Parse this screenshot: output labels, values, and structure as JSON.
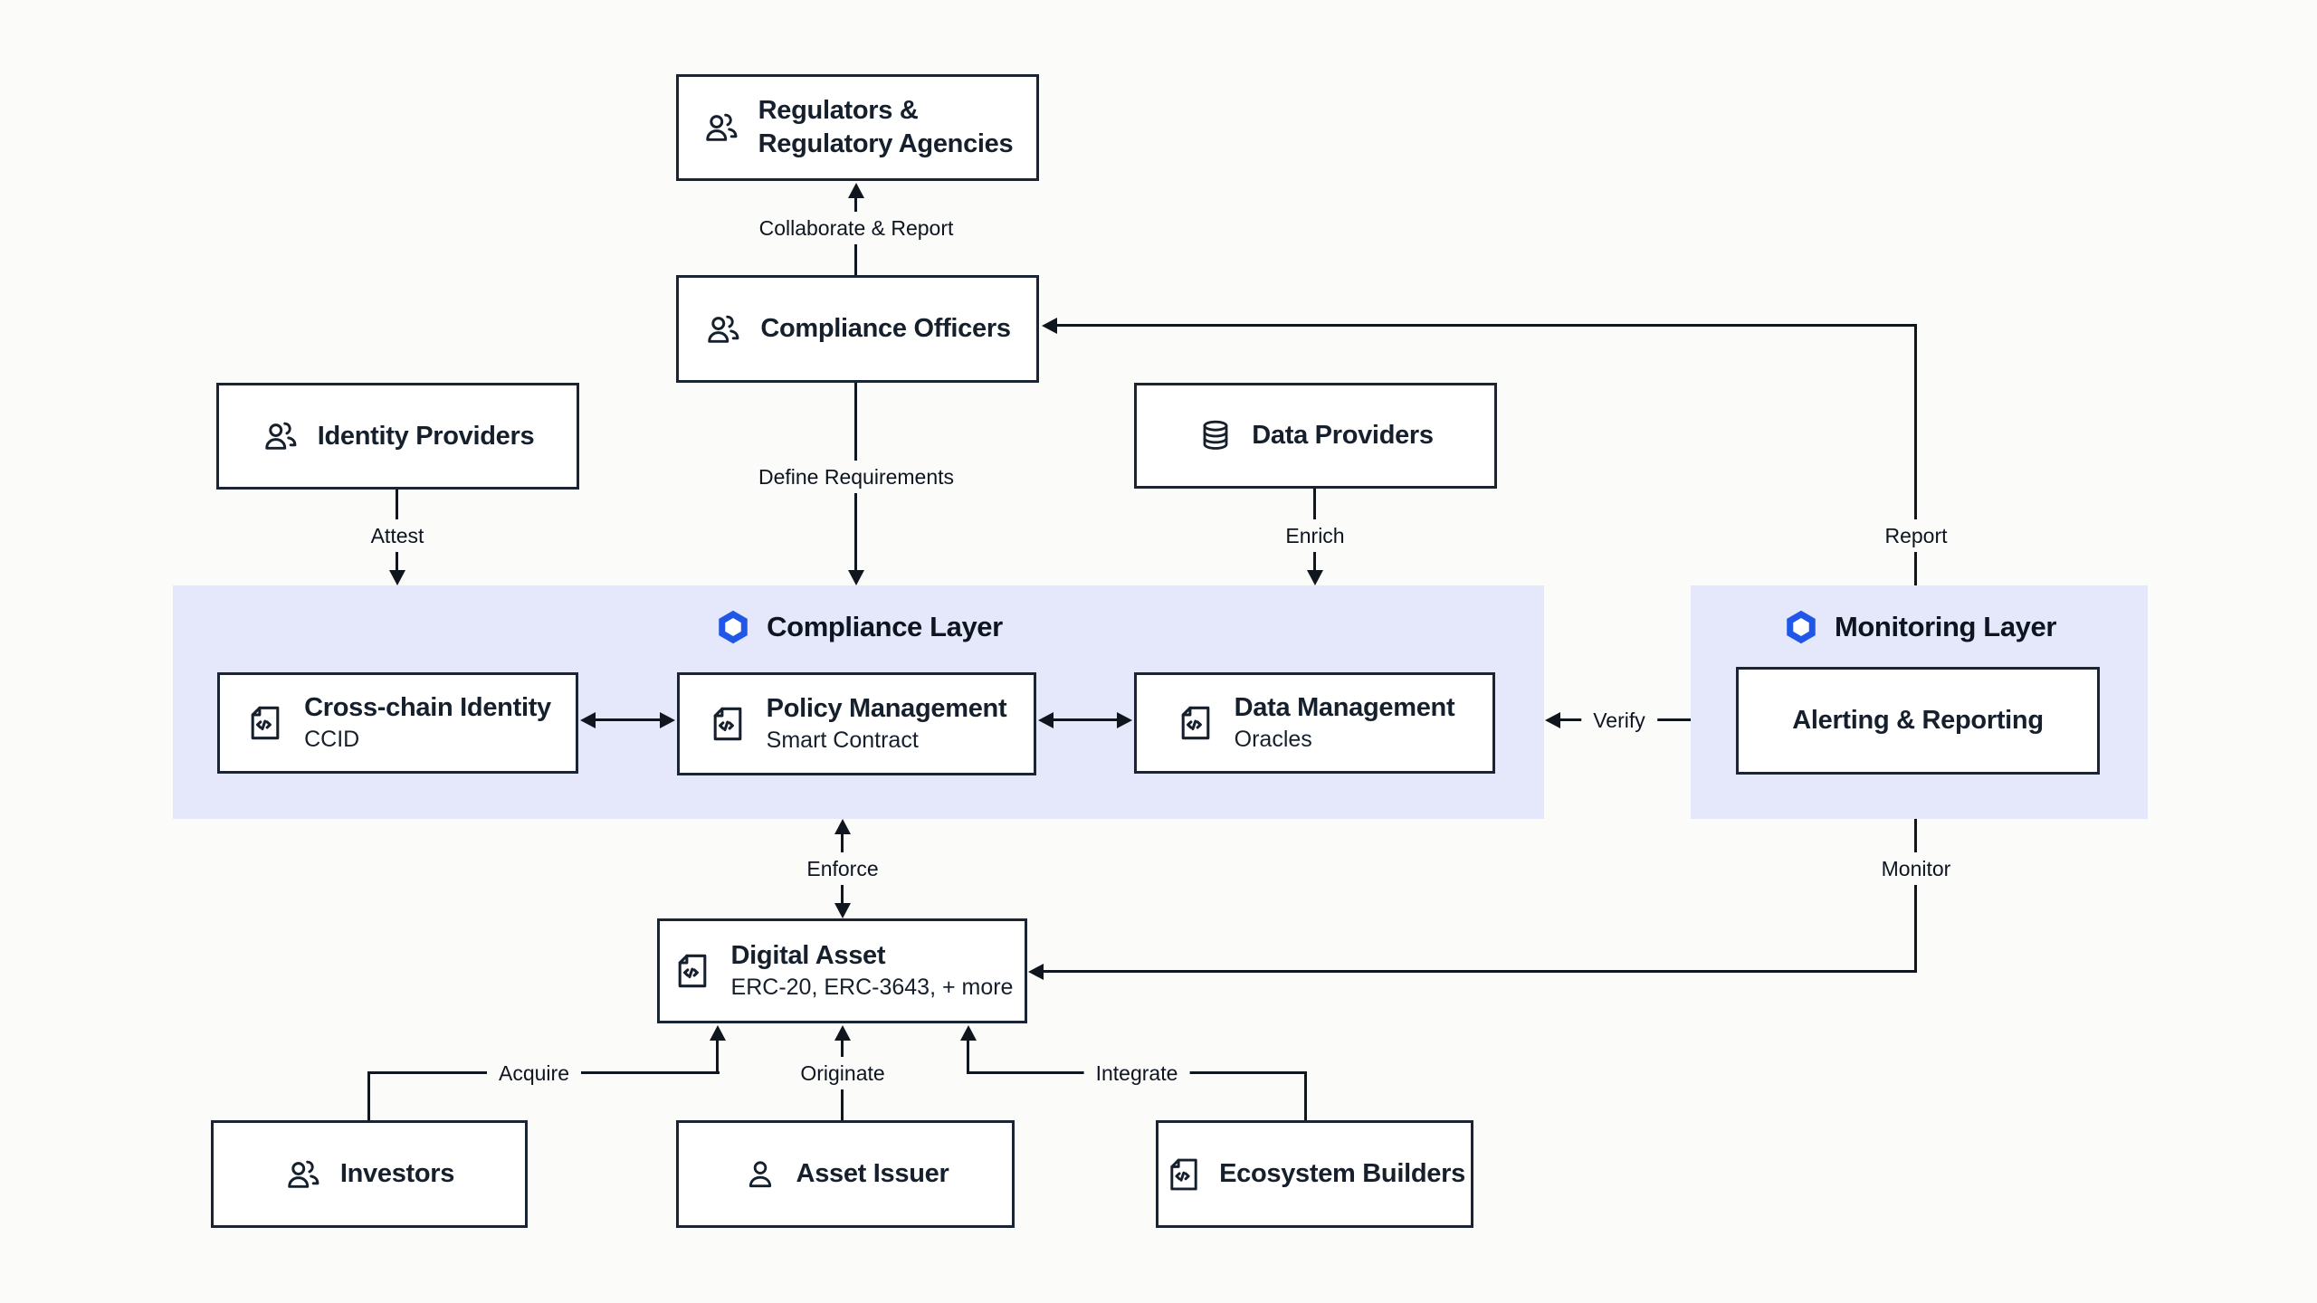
{
  "layers": {
    "compliance": {
      "title": "Compliance Layer",
      "icon": "chainlink-hexagon-icon"
    },
    "monitoring": {
      "title": "Monitoring Layer",
      "icon": "chainlink-hexagon-icon"
    }
  },
  "nodes": {
    "regulators": {
      "line1": "Regulators &",
      "line2": "Regulatory Agencies",
      "icon": "users-icon"
    },
    "compliance_officers": {
      "title": "Compliance Officers",
      "icon": "users-icon"
    },
    "identity_providers": {
      "title": "Identity Providers",
      "icon": "users-icon"
    },
    "data_providers": {
      "title": "Data Providers",
      "icon": "database-icon"
    },
    "cross_chain_identity": {
      "title": "Cross-chain Identity",
      "subtitle": "CCID",
      "icon": "file-code-icon"
    },
    "policy_management": {
      "title": "Policy Management",
      "subtitle": "Smart Contract",
      "icon": "file-code-icon"
    },
    "data_management": {
      "title": "Data Management",
      "subtitle": "Oracles",
      "icon": "file-code-icon"
    },
    "alerting_reporting": {
      "title": "Alerting & Reporting"
    },
    "digital_asset": {
      "title": "Digital Asset",
      "subtitle": "ERC-20, ERC-3643, + more",
      "icon": "file-code-icon"
    },
    "investors": {
      "title": "Investors",
      "icon": "users-icon"
    },
    "asset_issuer": {
      "title": "Asset Issuer",
      "icon": "user-icon"
    },
    "ecosystem_builders": {
      "title": "Ecosystem Builders",
      "icon": "file-code-icon"
    }
  },
  "edges": {
    "collaborate_report": "Collaborate & Report",
    "define_requirements": "Define Requirements",
    "attest": "Attest",
    "enrich": "Enrich",
    "report": "Report",
    "verify": "Verify",
    "enforce": "Enforce",
    "monitor": "Monitor",
    "acquire": "Acquire",
    "originate": "Originate",
    "integrate": "Integrate"
  },
  "colors": {
    "accent": "#2057E8",
    "band": "#E4E8FA",
    "ink": "#16202D",
    "line": "#10161E",
    "background": "#FBFBF9"
  }
}
